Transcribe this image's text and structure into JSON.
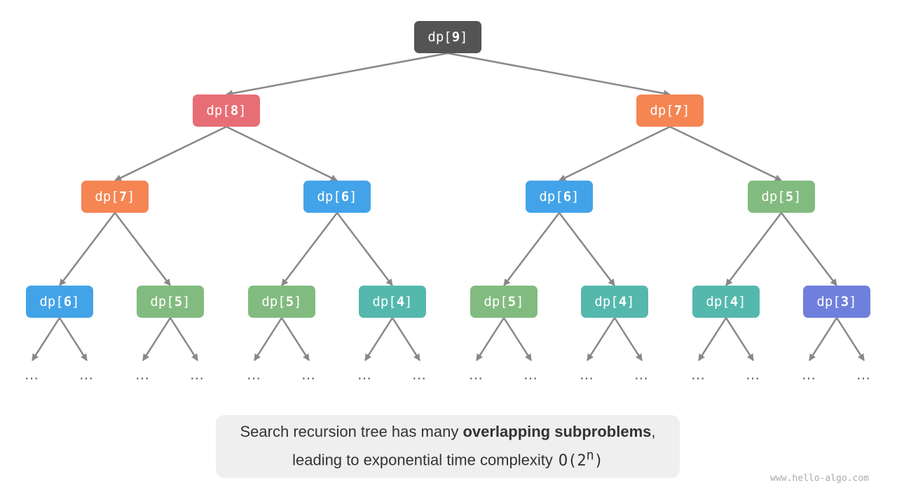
{
  "tree": {
    "node_prefix": "dp",
    "levels": [
      [
        "9"
      ],
      [
        "8",
        "7"
      ],
      [
        "7",
        "6",
        "6",
        "5"
      ],
      [
        "6",
        "5",
        "5",
        "4",
        "5",
        "4",
        "4",
        "3"
      ]
    ],
    "ellipsis": "…"
  },
  "colors": {
    "9": "#545454",
    "8": "#e86e75",
    "7": "#f58553",
    "6": "#43a3e8",
    "5": "#82bb7f",
    "4": "#55b8ad",
    "3": "#6f7fdc",
    "edge": "#888888"
  },
  "caption": {
    "line1_pre": "Search recursion tree has many ",
    "line1_bold": "overlapping subproblems",
    "line1_post": ",",
    "line2_pre": "leading to exponential time complexity",
    "complexity_base": "O(2",
    "complexity_exp": "n",
    "complexity_close": ")"
  },
  "watermark": "www.hello-algo.com"
}
